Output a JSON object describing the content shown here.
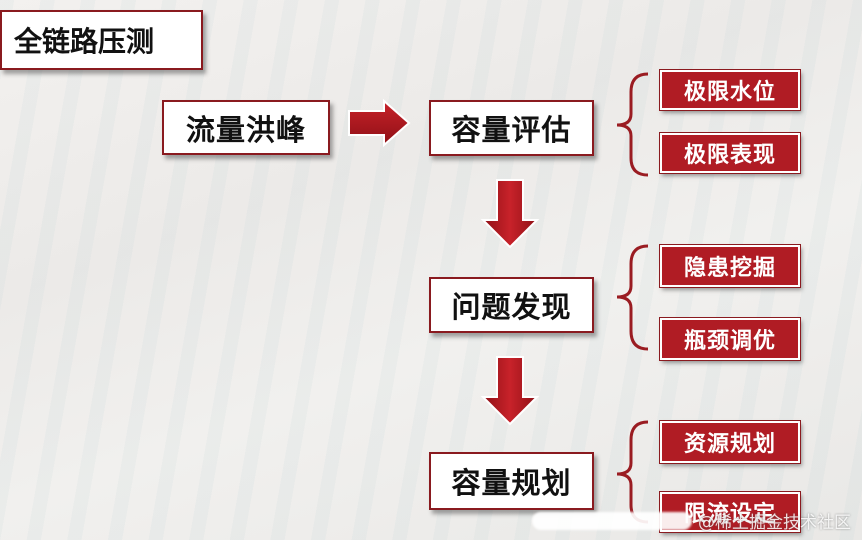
{
  "title": "全链路压测",
  "start": "流量洪峰",
  "stages": [
    {
      "label": "容量评估",
      "subs": [
        "极限水位",
        "极限表现"
      ]
    },
    {
      "label": "问题发现",
      "subs": [
        "隐患挖掘",
        "瓶颈调优"
      ]
    },
    {
      "label": "容量规划",
      "subs": [
        "资源规划",
        "限流设定"
      ]
    }
  ],
  "watermark": "@稀土掘金技术社区",
  "colors": {
    "accent_red": "#b01c24",
    "border_red": "#8a1a1f",
    "arrow_red": "#b3161e"
  }
}
